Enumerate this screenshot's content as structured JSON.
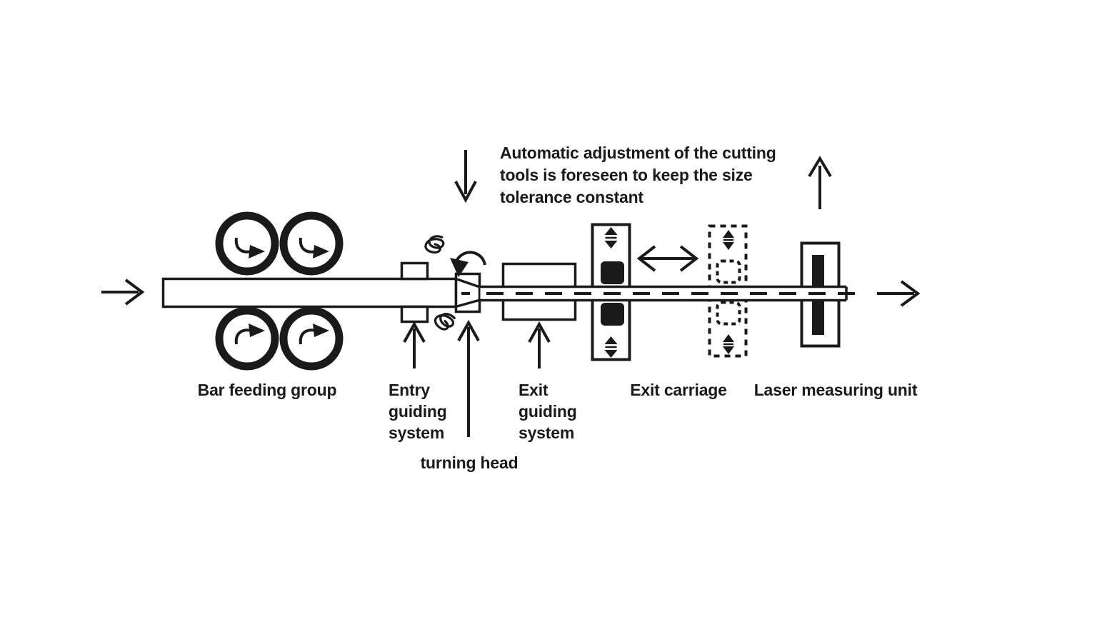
{
  "colors": {
    "ink": "#1a1a1a",
    "background": "#ffffff"
  },
  "annotation": {
    "cutting_tools_note": "Automatic adjustment of the cutting\ntools is foreseen to keep the size\ntolerance constant"
  },
  "labels": {
    "bar_feeding_group": "Bar feeding group",
    "entry_guiding_system": "Entry\nguiding\nsystem",
    "turning_head": "turning head",
    "exit_guiding_system": "Exit\nguiding\nsystem",
    "exit_carriage": "Exit carriage",
    "laser_measuring_unit": "Laser measuring unit"
  },
  "icons": {
    "bar_entry_arrow": "right-arrow",
    "bar_exit_arrow": "right-arrow",
    "cutting_tools_arrow": "down-arrow",
    "laser_unit_arrow": "up-arrow",
    "carriage_travel_arrow": "horizontal-double-arrow",
    "vertical_adjust": "vertical-double-arrow",
    "rotation": "rotation-arrow",
    "chips": "swarf-chip-spiral",
    "rollers": "feed-roller-with-rotation-arrow"
  }
}
